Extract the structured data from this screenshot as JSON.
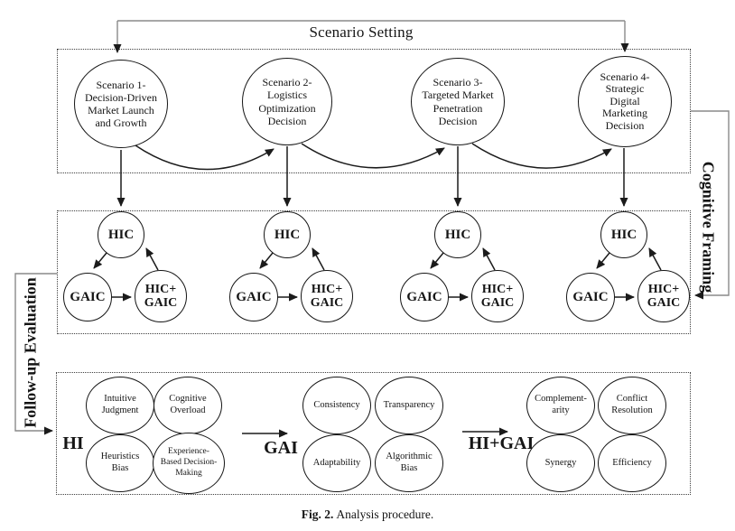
{
  "figure": {
    "caption_prefix": "Fig. 2.",
    "caption_text": "Analysis procedure."
  },
  "frame_labels": {
    "scenario_setting": "Scenario Setting",
    "cognitive_framing": "Cognitive Framing",
    "followup_evaluation": "Follow-up Evaluation"
  },
  "scenarios": [
    {
      "label": "Scenario 1-\nDecision-Driven\nMarket Launch\nand Growth"
    },
    {
      "label": "Scenario 2-\nLogistics\nOptimization\nDecision"
    },
    {
      "label": "Scenario 3-\nTargeted Market\nPenetration\nDecision"
    },
    {
      "label": "Scenario 4-\nStrategic\nDigital\nMarketing\nDecision"
    }
  ],
  "triads": [
    {
      "top": "HIC",
      "left": "GAIC",
      "right": "HIC+\nGAIC"
    },
    {
      "top": "HIC",
      "left": "GAIC",
      "right": "HIC+\nGAIC"
    },
    {
      "top": "HIC",
      "left": "GAIC",
      "right": "HIC+\nGAIC"
    },
    {
      "top": "HIC",
      "left": "GAIC",
      "right": "HIC+\nGAIC"
    }
  ],
  "evaluation_groups": [
    {
      "label": "HI",
      "circles": [
        "Intuitive\nJudgment",
        "Cognitive\nOverload",
        "Heuristics\nBias",
        "Experience-\nBased Decision-\nMaking"
      ]
    },
    {
      "label": "GAI",
      "circles": [
        "Consistency",
        "Transparency",
        "Adaptability",
        "Algorithmic\nBias"
      ]
    },
    {
      "label": "HI+GAI",
      "circles": [
        "Complement-\narity",
        "Conflict\nResolution",
        "Synergy",
        "Efficiency"
      ]
    }
  ],
  "colors": {
    "line": "#1b1b1b",
    "bracket": "#8a8a8a",
    "box_border": "#3f3f3f"
  }
}
